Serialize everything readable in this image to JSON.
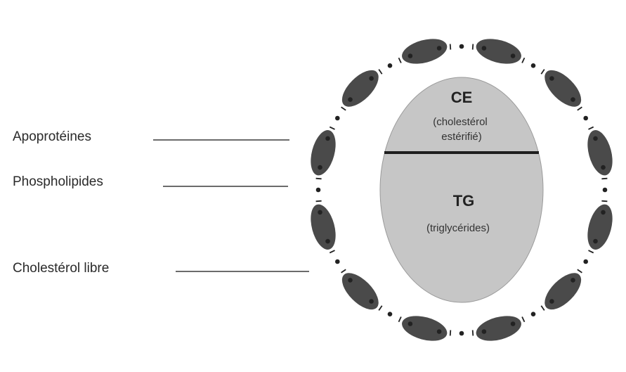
{
  "labels": {
    "apoproteines": "Apoprotéines",
    "phospholipides": "Phospholipides",
    "cholesterol_libre": "Cholestérol libre"
  },
  "core": {
    "top_title": "CE",
    "top_sub_line1": "(cholestérol",
    "top_sub_line2": "estérifié)",
    "bottom_title": "TG",
    "bottom_sub": "(triglycérides)"
  },
  "colors": {
    "core_fill": "#c4c4c4",
    "apoprotein_fill": "#4a4a4a",
    "line": "#2a2a2a",
    "background": "#ffffff"
  }
}
